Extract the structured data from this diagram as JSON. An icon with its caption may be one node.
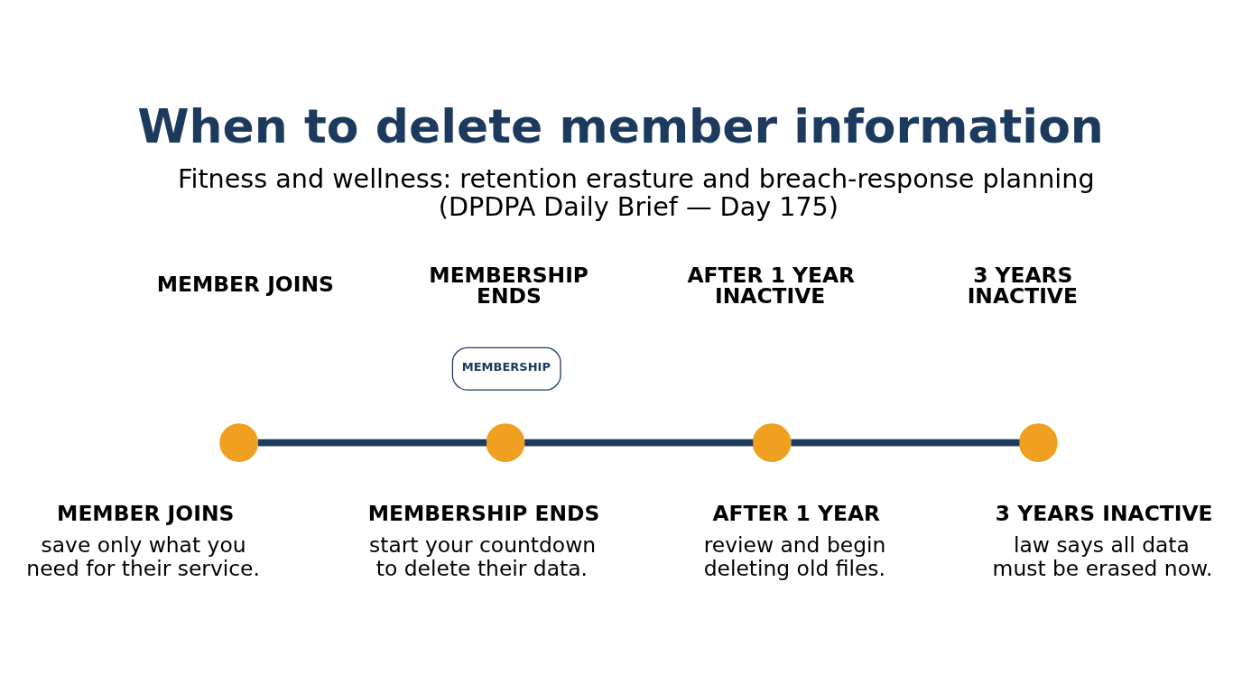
{
  "diagram": {
    "title": "When to delete member information",
    "nodes": [
      {
        "text": [],
        "shape": "circle",
        "beside": [
          "MEMBER JOINS",
          "save only what you need for their service."
        ]
      },
      {
        "text": [],
        "shape": "circle",
        "beside": [
          "MEMBERSHIP ENDS",
          "start your countdown to delete their data."
        ]
      },
      {
        "text": [],
        "shape": "circle",
        "beside": [
          "AFTER 1 YEAR",
          "review and begin deleting old files."
        ]
      },
      {
        "text": [],
        "shape": "circle",
        "beside": [
          "3 YEARS INACTIVE",
          "law says all data must be erased now."
        ]
      }
    ],
    "edges": [
      {
        "from": 0,
        "to": 1,
        "arrow": "none"
      },
      {
        "from": 1,
        "to": 2,
        "arrow": "none"
      },
      {
        "from": 2,
        "to": 3,
        "arrow": "none"
      }
    ],
    "labels": [
      "Fitness and wellness: retention erasture and breach-response planning",
      "(DPDPA Daily Brief — Day 175)",
      "MEMBER JOINS",
      "MEMBERSHIP ENDS",
      "AFTER 1 YEAR INACTIVE",
      "3 YEARS INACTIVE",
      "MEMBERSHIP"
    ]
  }
}
